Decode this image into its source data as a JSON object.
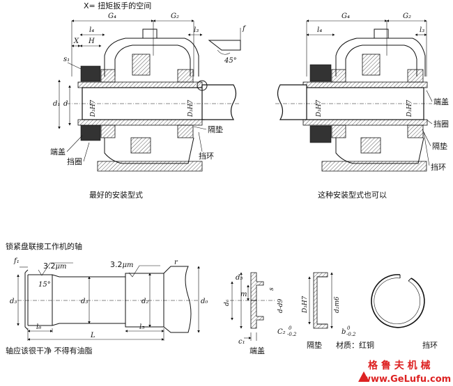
{
  "header": {
    "legend": "X= 扭矩扳手的空间"
  },
  "captions": {
    "best": "最好的安装型式",
    "also_ok": "这种安装型式也可以",
    "shaft_title": "锁紧盘联接工作机的轴",
    "shaft_note": "轴应该很干净  不得有油脂"
  },
  "labels_left": {
    "G4": "G₄",
    "G2": "G₂",
    "l4": "l₄",
    "l3": "l₃",
    "X": "X",
    "H": "H",
    "s1": "s₁",
    "d1": "d₁",
    "d": "d",
    "D3H7a": "D₃H7",
    "D3H7b": "D₃H7",
    "angle": "45°",
    "f": "f",
    "end_cap": "端盖",
    "retainer": "挡圈",
    "spacer": "隔垫",
    "ring": "挡环"
  },
  "labels_right": {
    "G4": "G₄",
    "G2": "G₂",
    "l4": "l₄",
    "l3": "l₃",
    "D3H7a": "D₃H7",
    "D3H7b": "D₃H7",
    "end_cap": "端盖",
    "retainer": "挡圈",
    "spacer": "隔垫",
    "ring": "挡环"
  },
  "labels_shaft": {
    "f1": "f₁",
    "rough1": "3.2",
    "rough2": "3.2",
    "um": "μm",
    "angle": "15°",
    "d3": "d₃",
    "d3b": "d₃",
    "d2": "d₂",
    "d0": "d₀",
    "l6": "l₆",
    "L": "L",
    "l5": "l₅",
    "r": "r"
  },
  "labels_parts": {
    "d6": "d₆",
    "d5": "d₅",
    "m": "m",
    "s": "s",
    "d_d9": "d-d9",
    "c2": "C₂",
    "c2_tol": "0",
    "c2_tol2": "-0.2",
    "c1": "c₁",
    "end_cap": "端盖",
    "D3H7": "D₃H7",
    "d2m6": "d₂m6",
    "b": "b",
    "b_tol": "0",
    "b_tol2": "-0.2",
    "spacer": "隔垫",
    "material": "材质：红铜",
    "ring": "挡环"
  },
  "watermark": {
    "cn": "格 鲁 夫 机 械",
    "url": "www.GeLufu.com"
  }
}
